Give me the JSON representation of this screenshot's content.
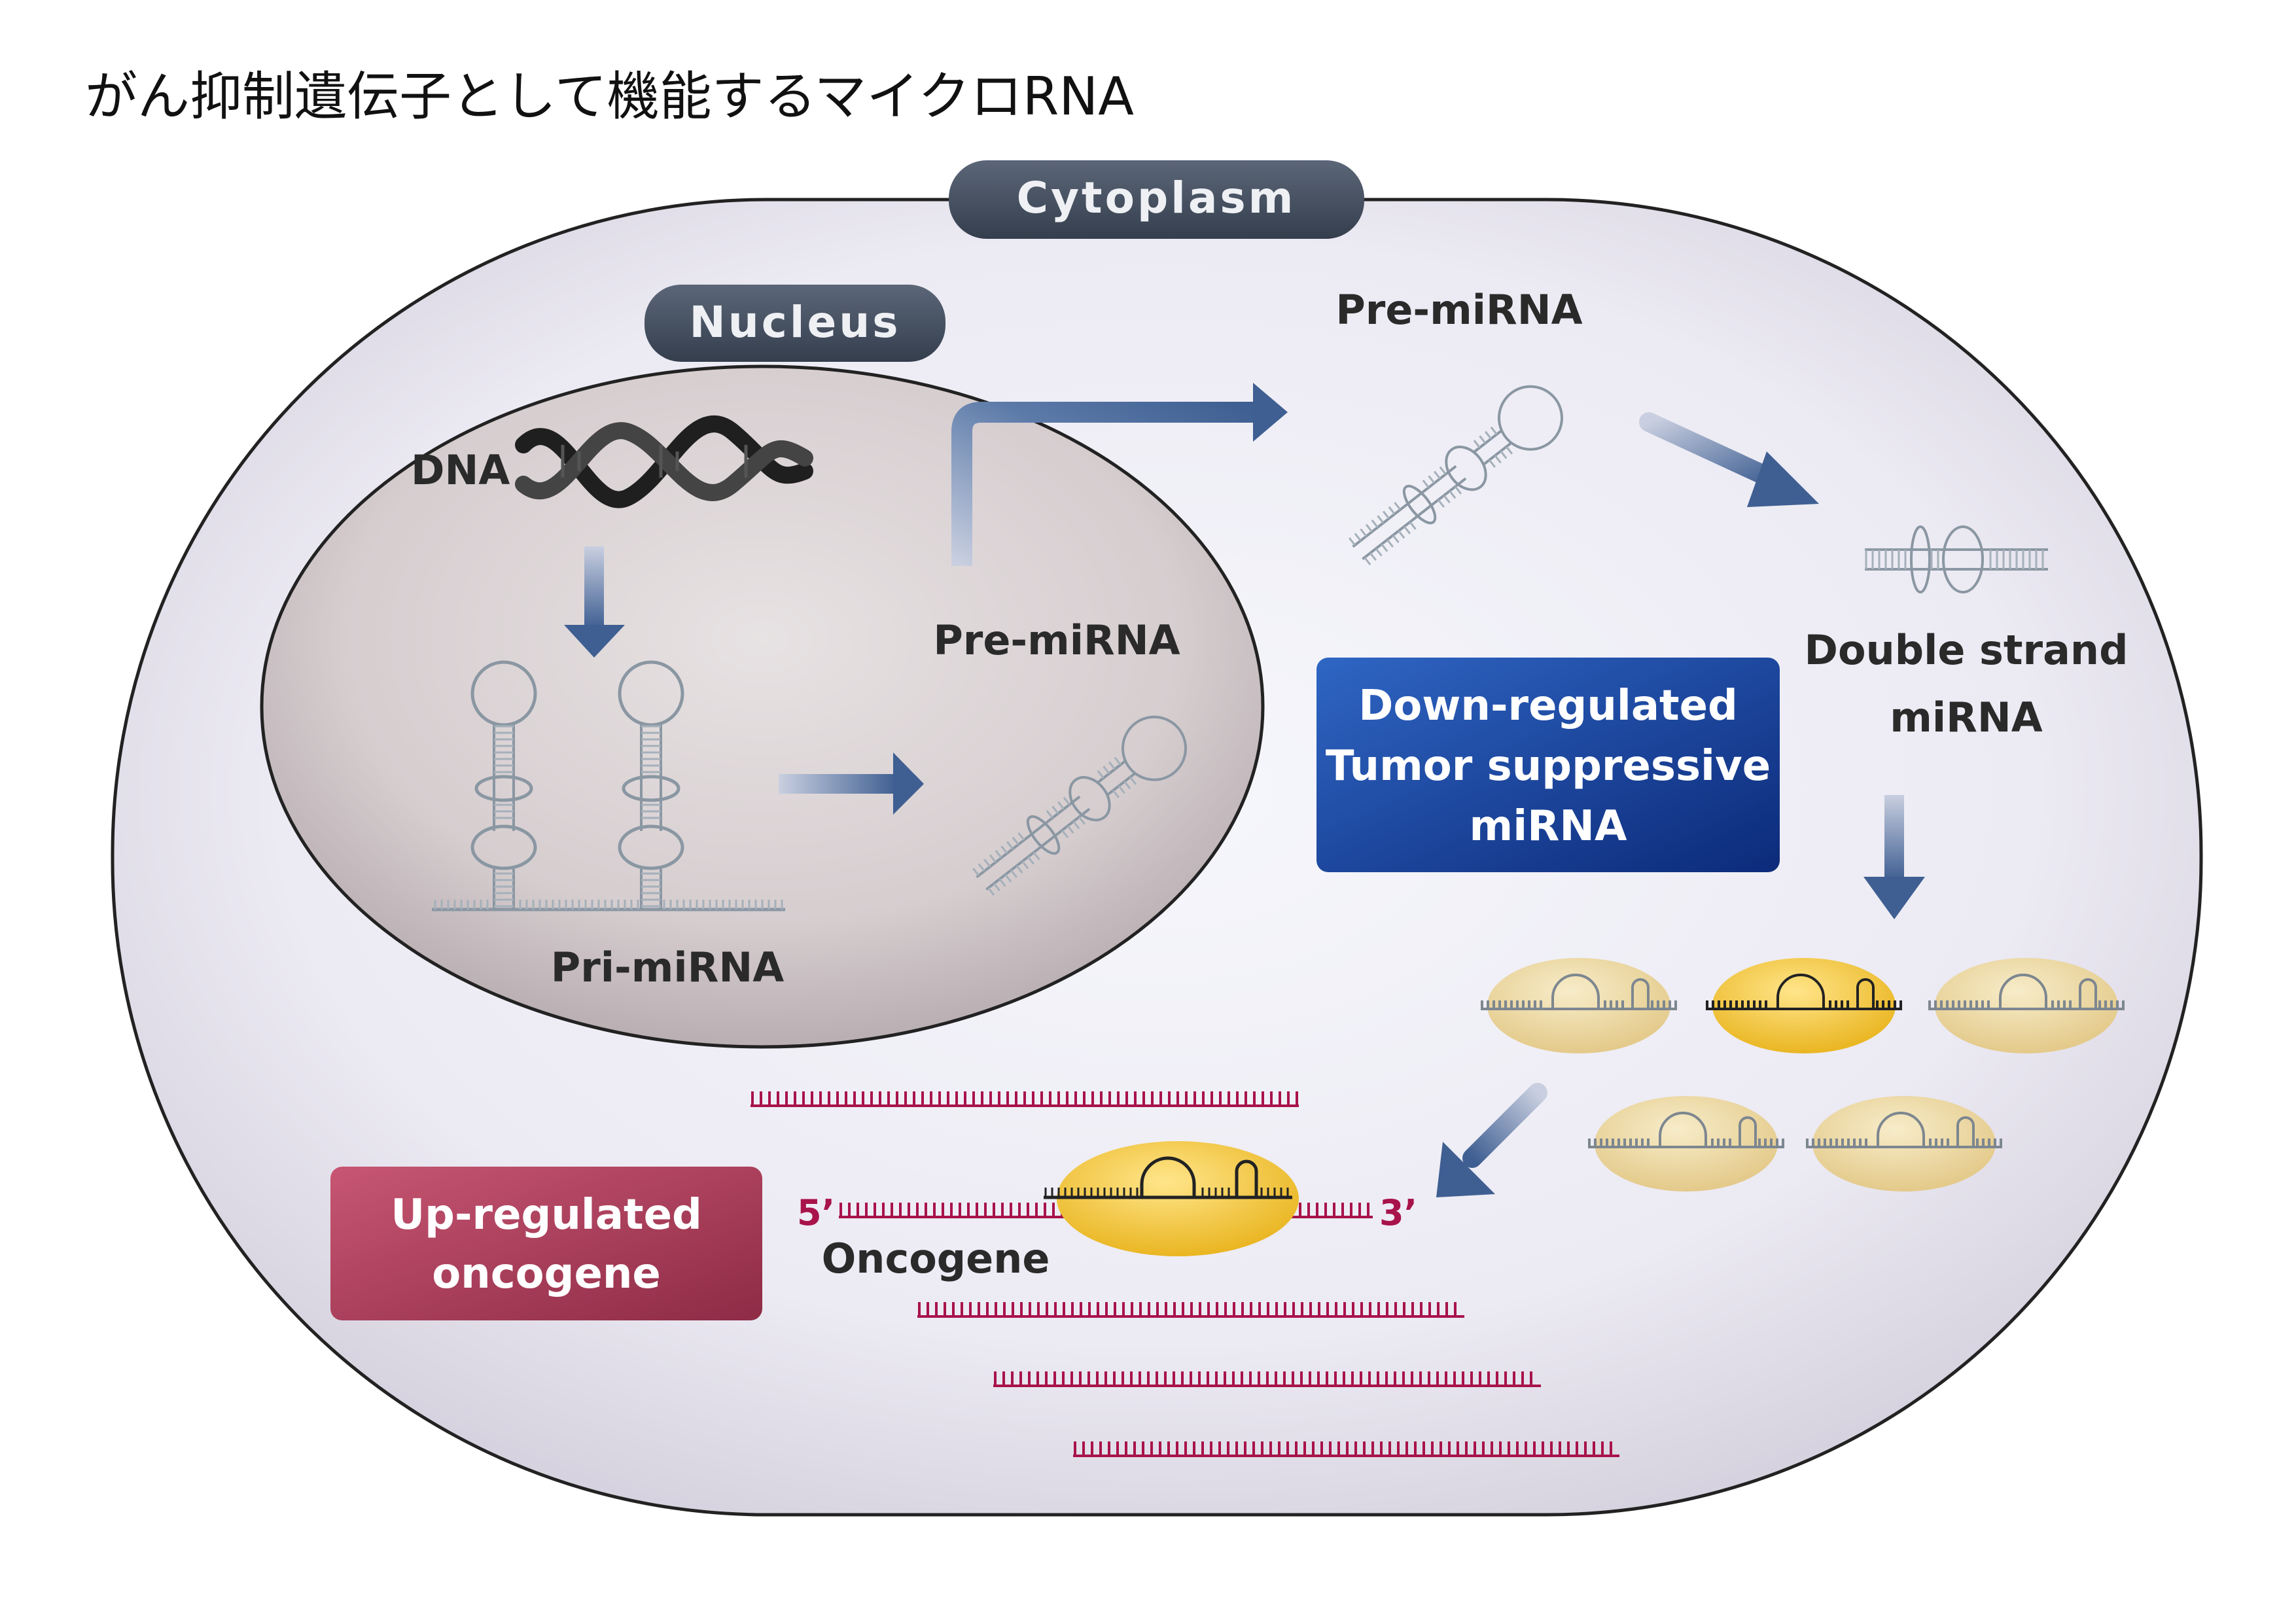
{
  "title": "がん抑制遺伝子として機能するマイクロRNA",
  "regions": {
    "cytoplasm": "Cytoplasm",
    "nucleus": "Nucleus"
  },
  "labels": {
    "dna": "DNA",
    "pri_mirna": "Pri-miRNA",
    "pre_mirna_nucleus": "Pre-miRNA",
    "pre_mirna_cytoplasm": "Pre-miRNA",
    "double_strand_line1": "Double strand",
    "double_strand_line2": "miRNA",
    "oncogene": "Oncogene",
    "five_prime": "5’",
    "three_prime": "3’"
  },
  "boxes": {
    "down_regulated": [
      "Down-regulated",
      "Tumor suppressive",
      "miRNA"
    ],
    "up_regulated": [
      "Up-regulated",
      "oncogene"
    ]
  },
  "colors": {
    "cell_fill": "#e6e6f2",
    "nucleus_fill": "#cfc6c8",
    "pill": "#3f4b5c",
    "arrow": "#3f5f92",
    "blue_box": "#14409a",
    "red_box": "#a83a55",
    "mrna": "#a8134a",
    "risc_highlight": "#f2c12e",
    "risc_pale": "#ecd9a6"
  }
}
